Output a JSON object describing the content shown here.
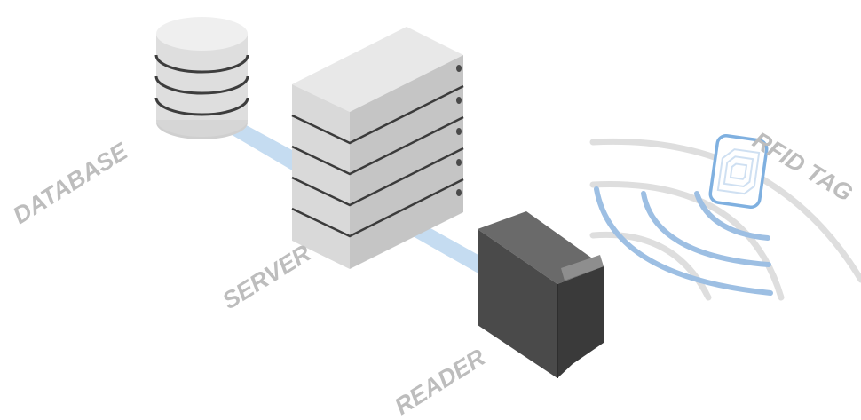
{
  "labels": {
    "database": "DATABASE",
    "server": "SERVER",
    "reader": "READER",
    "rfid_tag": "RFID TAG"
  },
  "colors": {
    "link": "#c5dcf1",
    "wave_blue": "#9dbfe3",
    "wave_gray": "#dedede",
    "label": "#bdbdbd",
    "tag_outline": "#7fb0e0",
    "reader_front": "#4a4a4a",
    "server_top": "#e7e7e7",
    "server_front": "#dadada",
    "server_side": "#c4c4c4"
  }
}
